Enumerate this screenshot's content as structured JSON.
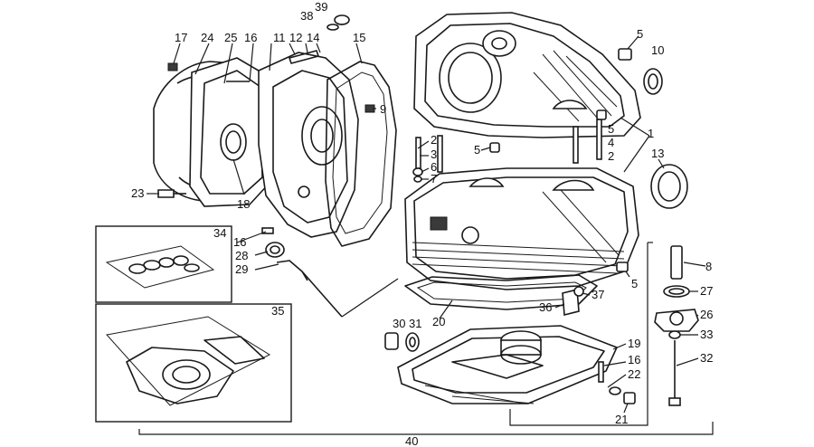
{
  "callouts": [
    {
      "id": "c1",
      "text": "1"
    },
    {
      "id": "c2a",
      "text": "2"
    },
    {
      "id": "c2b",
      "text": "2"
    },
    {
      "id": "c3",
      "text": "3"
    },
    {
      "id": "c4",
      "text": "4"
    },
    {
      "id": "c5a",
      "text": "5"
    },
    {
      "id": "c5b",
      "text": "5"
    },
    {
      "id": "c5c",
      "text": "5"
    },
    {
      "id": "c5d",
      "text": "5"
    },
    {
      "id": "c6",
      "text": "6"
    },
    {
      "id": "c7",
      "text": "7"
    },
    {
      "id": "c8",
      "text": "8"
    },
    {
      "id": "c9",
      "text": "9"
    },
    {
      "id": "c10",
      "text": "10"
    },
    {
      "id": "c11",
      "text": "11"
    },
    {
      "id": "c12",
      "text": "12"
    },
    {
      "id": "c13",
      "text": "13"
    },
    {
      "id": "c14",
      "text": "14"
    },
    {
      "id": "c15",
      "text": "15"
    },
    {
      "id": "c16a",
      "text": "16"
    },
    {
      "id": "c16b",
      "text": "16"
    },
    {
      "id": "c16c",
      "text": "16"
    },
    {
      "id": "c17",
      "text": "17"
    },
    {
      "id": "c18",
      "text": "18"
    },
    {
      "id": "c19",
      "text": "19"
    },
    {
      "id": "c20",
      "text": "20"
    },
    {
      "id": "c21",
      "text": "21"
    },
    {
      "id": "c22",
      "text": "22"
    },
    {
      "id": "c23",
      "text": "23"
    },
    {
      "id": "c24",
      "text": "24"
    },
    {
      "id": "c25",
      "text": "25"
    },
    {
      "id": "c26",
      "text": "26"
    },
    {
      "id": "c27",
      "text": "27"
    },
    {
      "id": "c28",
      "text": "28"
    },
    {
      "id": "c29",
      "text": "29"
    },
    {
      "id": "c30",
      "text": "30"
    },
    {
      "id": "c31",
      "text": "31"
    },
    {
      "id": "c32",
      "text": "32"
    },
    {
      "id": "c33",
      "text": "33"
    },
    {
      "id": "c34",
      "text": "34"
    },
    {
      "id": "c35",
      "text": "35"
    },
    {
      "id": "c36",
      "text": "36"
    },
    {
      "id": "c37",
      "text": "37"
    },
    {
      "id": "c38",
      "text": "38"
    },
    {
      "id": "c39",
      "text": "39"
    },
    {
      "id": "c40",
      "text": "40"
    }
  ]
}
